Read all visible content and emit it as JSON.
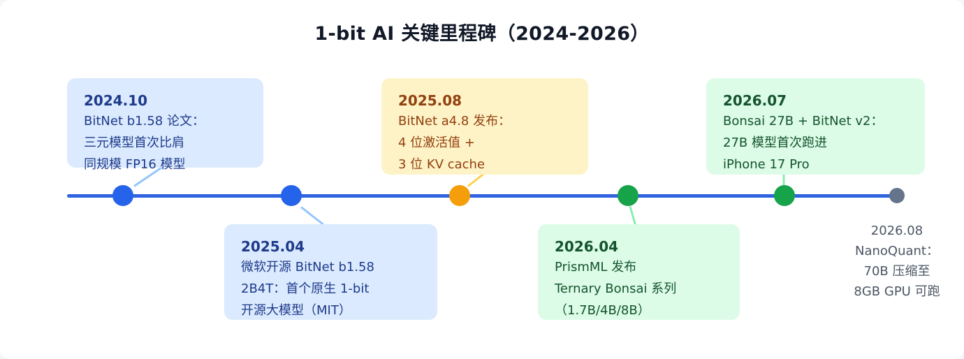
{
  "title": "1-bit AI 关键里程碑（2024-2026）",
  "colors": {
    "axis": "#2f63e0",
    "blue_dot": "#2563eb",
    "amber_dot": "#f59e0b",
    "green_dot": "#16a34a",
    "end_dot": "#64748b",
    "blue_line": "#93c5fd",
    "amber_line": "#fcd34d",
    "green_line": "#86efac"
  },
  "milestones": [
    {
      "date": "2024.10",
      "lines": [
        "BitNet b1.58 论文：",
        "三元模型首次比肩",
        "同规模 FP16 模型"
      ]
    },
    {
      "date": "2025.04",
      "lines": [
        "微软开源 BitNet b1.58",
        "2B4T：首个原生 1-bit",
        "开源大模型（MIT）"
      ]
    },
    {
      "date": "2025.08",
      "lines": [
        "BitNet a4.8 发布：",
        "4 位激活值 +",
        "3 位 KV cache"
      ]
    },
    {
      "date": "2026.04",
      "lines": [
        "PrismML 发布",
        "Ternary Bonsai 系列",
        "（1.7B/4B/8B）"
      ]
    },
    {
      "date": "2026.07",
      "lines": [
        "Bonsai 27B + BitNet v2：",
        "27B 模型首次跑进",
        "iPhone 17 Pro"
      ]
    },
    {
      "date": "2026.08",
      "lines": [
        "NanoQuant：",
        "70B 压缩至",
        "8GB GPU 可跑"
      ]
    }
  ]
}
